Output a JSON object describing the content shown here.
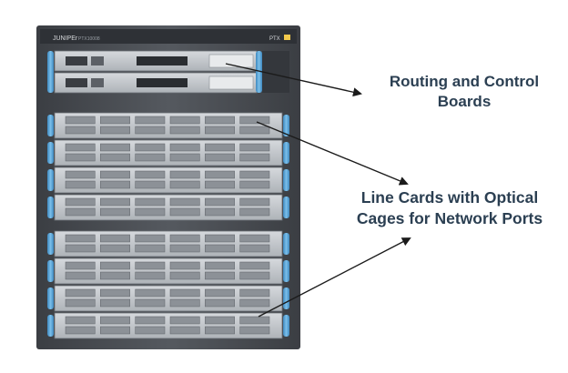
{
  "brand": {
    "logo_text": "JUNIPEr",
    "model_text": "PTX10008",
    "badge_text": "PTX"
  },
  "callouts": {
    "routing": {
      "line1": "Routing and Control",
      "line2": "Boards"
    },
    "linecards": {
      "line1": "Line Cards with Optical",
      "line2": "Cages for Network Ports"
    }
  },
  "colors": {
    "chassis": "#4a4e54",
    "chassis_dark": "#2e3136",
    "bezel": "#bfc4c9",
    "handle": "#5aa6d6",
    "port": "#8c9197",
    "arrow": "#1b1b1b",
    "text": "#2b3f52"
  }
}
